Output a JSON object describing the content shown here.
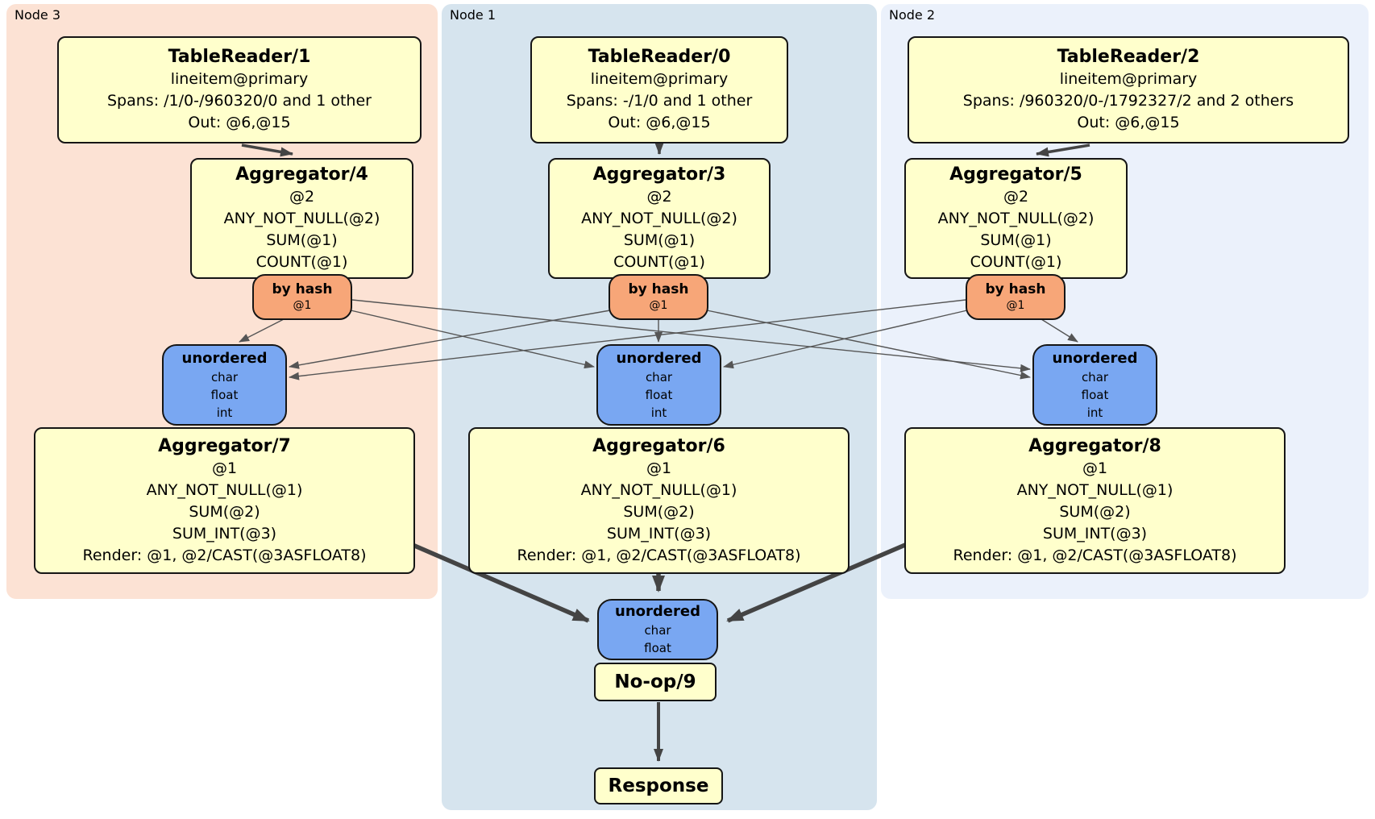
{
  "nodes": {
    "node3": {
      "label": "Node 3"
    },
    "node1": {
      "label": "Node 1"
    },
    "node2": {
      "label": "Node 2"
    }
  },
  "boxes": {
    "tr1": {
      "title": "TableReader/1",
      "lines": [
        "lineitem@primary",
        "Spans: /1/0-/960320/0 and 1 other",
        "Out: @6,@15"
      ]
    },
    "tr0": {
      "title": "TableReader/0",
      "lines": [
        "lineitem@primary",
        "Spans: -/1/0 and 1 other",
        "Out: @6,@15"
      ]
    },
    "tr2": {
      "title": "TableReader/2",
      "lines": [
        "lineitem@primary",
        "Spans: /960320/0-/1792327/2 and 2 others",
        "Out: @6,@15"
      ]
    },
    "agg4": {
      "title": "Aggregator/4",
      "lines": [
        "@2",
        "ANY_NOT_NULL(@2)",
        "SUM(@1)",
        "COUNT(@1)"
      ]
    },
    "agg3": {
      "title": "Aggregator/3",
      "lines": [
        "@2",
        "ANY_NOT_NULL(@2)",
        "SUM(@1)",
        "COUNT(@1)"
      ]
    },
    "agg5": {
      "title": "Aggregator/5",
      "lines": [
        "@2",
        "ANY_NOT_NULL(@2)",
        "SUM(@1)",
        "COUNT(@1)"
      ]
    },
    "hash4": {
      "title": "by hash",
      "lines": [
        "@1"
      ]
    },
    "hash3": {
      "title": "by hash",
      "lines": [
        "@1"
      ]
    },
    "hash5": {
      "title": "by hash",
      "lines": [
        "@1"
      ]
    },
    "sync3": {
      "title": "unordered",
      "lines": [
        "char",
        "float",
        "int"
      ]
    },
    "sync1": {
      "title": "unordered",
      "lines": [
        "char",
        "float",
        "int"
      ]
    },
    "sync2": {
      "title": "unordered",
      "lines": [
        "char",
        "float",
        "int"
      ]
    },
    "agg7": {
      "title": "Aggregator/7",
      "lines": [
        "@1",
        "ANY_NOT_NULL(@1)",
        "SUM(@2)",
        "SUM_INT(@3)",
        "Render: @1, @2/CAST(@3ASFLOAT8)"
      ]
    },
    "agg6": {
      "title": "Aggregator/6",
      "lines": [
        "@1",
        "ANY_NOT_NULL(@1)",
        "SUM(@2)",
        "SUM_INT(@3)",
        "Render: @1, @2/CAST(@3ASFLOAT8)"
      ]
    },
    "agg8": {
      "title": "Aggregator/8",
      "lines": [
        "@1",
        "ANY_NOT_NULL(@1)",
        "SUM(@2)",
        "SUM_INT(@3)",
        "Render: @1, @2/CAST(@3ASFLOAT8)"
      ]
    },
    "syncFinal": {
      "title": "unordered",
      "lines": [
        "char",
        "float"
      ]
    },
    "noop": {
      "title": "No-op/9"
    },
    "response": {
      "title": "Response"
    }
  },
  "colors": {
    "node3_bg": "#fce2d4",
    "node1_bg": "#d6e4ee",
    "node2_bg": "#ebf1fb",
    "operator_fill": "#ffffcc",
    "router_fill": "#f7a678",
    "sync_fill": "#79a7f2",
    "edge": "#444444"
  }
}
